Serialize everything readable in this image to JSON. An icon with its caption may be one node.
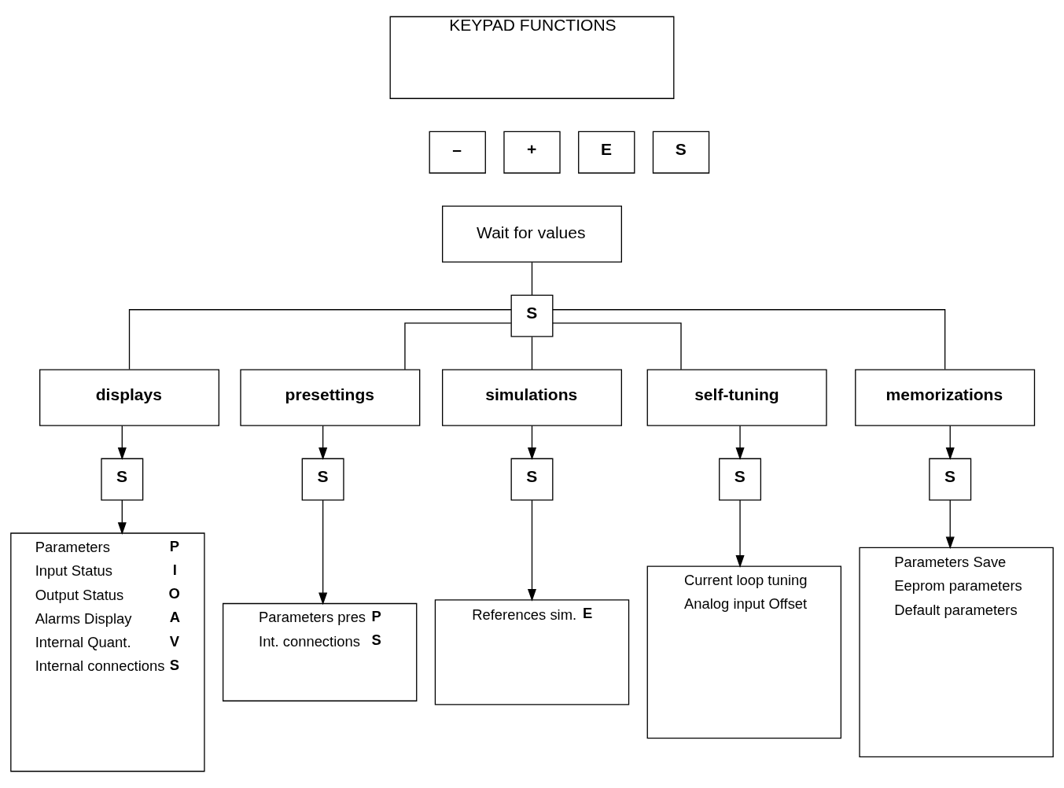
{
  "diagram": {
    "nodes": [
      {
        "text": [
          "KEYPAD FUNCTIONS"
        ]
      },
      {
        "text": [
          "–"
        ]
      },
      {
        "text": [
          "+"
        ]
      },
      {
        "text": [
          "E"
        ]
      },
      {
        "text": [
          "S"
        ]
      },
      {
        "text": [
          "Wait for values"
        ]
      },
      {
        "text": [
          "S"
        ]
      },
      {
        "text": [
          "displays"
        ]
      },
      {
        "text": [
          "presettings"
        ]
      },
      {
        "text": [
          "simulations"
        ]
      },
      {
        "text": [
          "self-tuning"
        ]
      },
      {
        "text": [
          "memorizations"
        ]
      },
      {
        "text": [
          "S"
        ]
      },
      {
        "text": [
          "S"
        ]
      },
      {
        "text": [
          "S"
        ]
      },
      {
        "text": [
          "S"
        ]
      },
      {
        "text": [
          "S"
        ]
      },
      {
        "text": [
          "Parameters",
          "P",
          "Input Status",
          "I",
          "Output Status",
          "O",
          "Alarms Display",
          "A",
          "Internal Quant.",
          "V",
          "Internal connections",
          "S"
        ]
      },
      {
        "text": [
          "Parameters pres",
          "P",
          "Int. connections",
          "S"
        ]
      },
      {
        "text": [
          "References sim.",
          "E"
        ]
      },
      {
        "text": [
          "Current loop tuning",
          "Analog input Offset"
        ]
      },
      {
        "text": [
          "Parameters Save",
          "Eeprom parameters",
          "Default parameters"
        ]
      }
    ],
    "edges": [
      {
        "from": 5,
        "to": 6,
        "arrow": "none"
      },
      {
        "from": 6,
        "to": 7,
        "arrow": "none"
      },
      {
        "from": 6,
        "to": 8,
        "arrow": "none"
      },
      {
        "from": 6,
        "to": 9,
        "arrow": "none"
      },
      {
        "from": 6,
        "to": 10,
        "arrow": "none"
      },
      {
        "from": 6,
        "to": 11,
        "arrow": "none"
      },
      {
        "from": 7,
        "to": 12,
        "arrow": "to"
      },
      {
        "from": 8,
        "to": 13,
        "arrow": "to"
      },
      {
        "from": 9,
        "to": 14,
        "arrow": "to"
      },
      {
        "from": 10,
        "to": 15,
        "arrow": "to"
      },
      {
        "from": 11,
        "to": 16,
        "arrow": "to"
      },
      {
        "from": 12,
        "to": 17,
        "arrow": "to"
      },
      {
        "from": 13,
        "to": 18,
        "arrow": "to"
      },
      {
        "from": 14,
        "to": 19,
        "arrow": "to"
      },
      {
        "from": 15,
        "to": 20,
        "arrow": "to"
      },
      {
        "from": 16,
        "to": 21,
        "arrow": "to"
      }
    ]
  }
}
